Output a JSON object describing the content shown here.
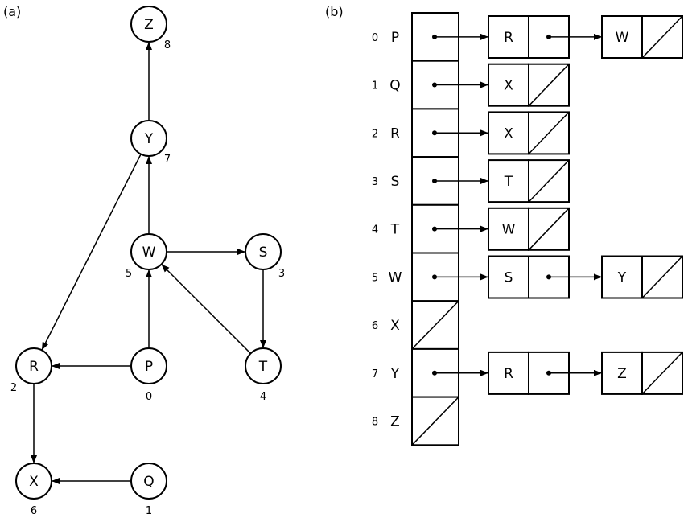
{
  "panel_a": {
    "label": "(a)",
    "nodes": [
      {
        "id": "Z",
        "label": "Z",
        "num": "8"
      },
      {
        "id": "Y",
        "label": "Y",
        "num": "7"
      },
      {
        "id": "W",
        "label": "W",
        "num": "5"
      },
      {
        "id": "S",
        "label": "S",
        "num": "3"
      },
      {
        "id": "R",
        "label": "R",
        "num": "2"
      },
      {
        "id": "P",
        "label": "P",
        "num": "0"
      },
      {
        "id": "T",
        "label": "T",
        "num": "4"
      },
      {
        "id": "X",
        "label": "X",
        "num": "6"
      },
      {
        "id": "Q",
        "label": "Q",
        "num": "1"
      }
    ],
    "edges": [
      {
        "from": "Y",
        "to": "Z"
      },
      {
        "from": "W",
        "to": "Y"
      },
      {
        "from": "Y",
        "to": "R"
      },
      {
        "from": "W",
        "to": "S"
      },
      {
        "from": "S",
        "to": "T"
      },
      {
        "from": "T",
        "to": "W"
      },
      {
        "from": "P",
        "to": "W"
      },
      {
        "from": "P",
        "to": "R"
      },
      {
        "from": "R",
        "to": "X"
      },
      {
        "from": "Q",
        "to": "X"
      }
    ]
  },
  "panel_b": {
    "label": "(b)",
    "rows": [
      {
        "index": "0",
        "vertex": "P",
        "list": [
          "R",
          "W"
        ]
      },
      {
        "index": "1",
        "vertex": "Q",
        "list": [
          "X"
        ]
      },
      {
        "index": "2",
        "vertex": "R",
        "list": [
          "X"
        ]
      },
      {
        "index": "3",
        "vertex": "S",
        "list": [
          "T"
        ]
      },
      {
        "index": "4",
        "vertex": "T",
        "list": [
          "W"
        ]
      },
      {
        "index": "5",
        "vertex": "W",
        "list": [
          "S",
          "Y"
        ]
      },
      {
        "index": "6",
        "vertex": "X",
        "list": []
      },
      {
        "index": "7",
        "vertex": "Y",
        "list": [
          "R",
          "Z"
        ]
      },
      {
        "index": "8",
        "vertex": "Z",
        "list": []
      }
    ]
  }
}
